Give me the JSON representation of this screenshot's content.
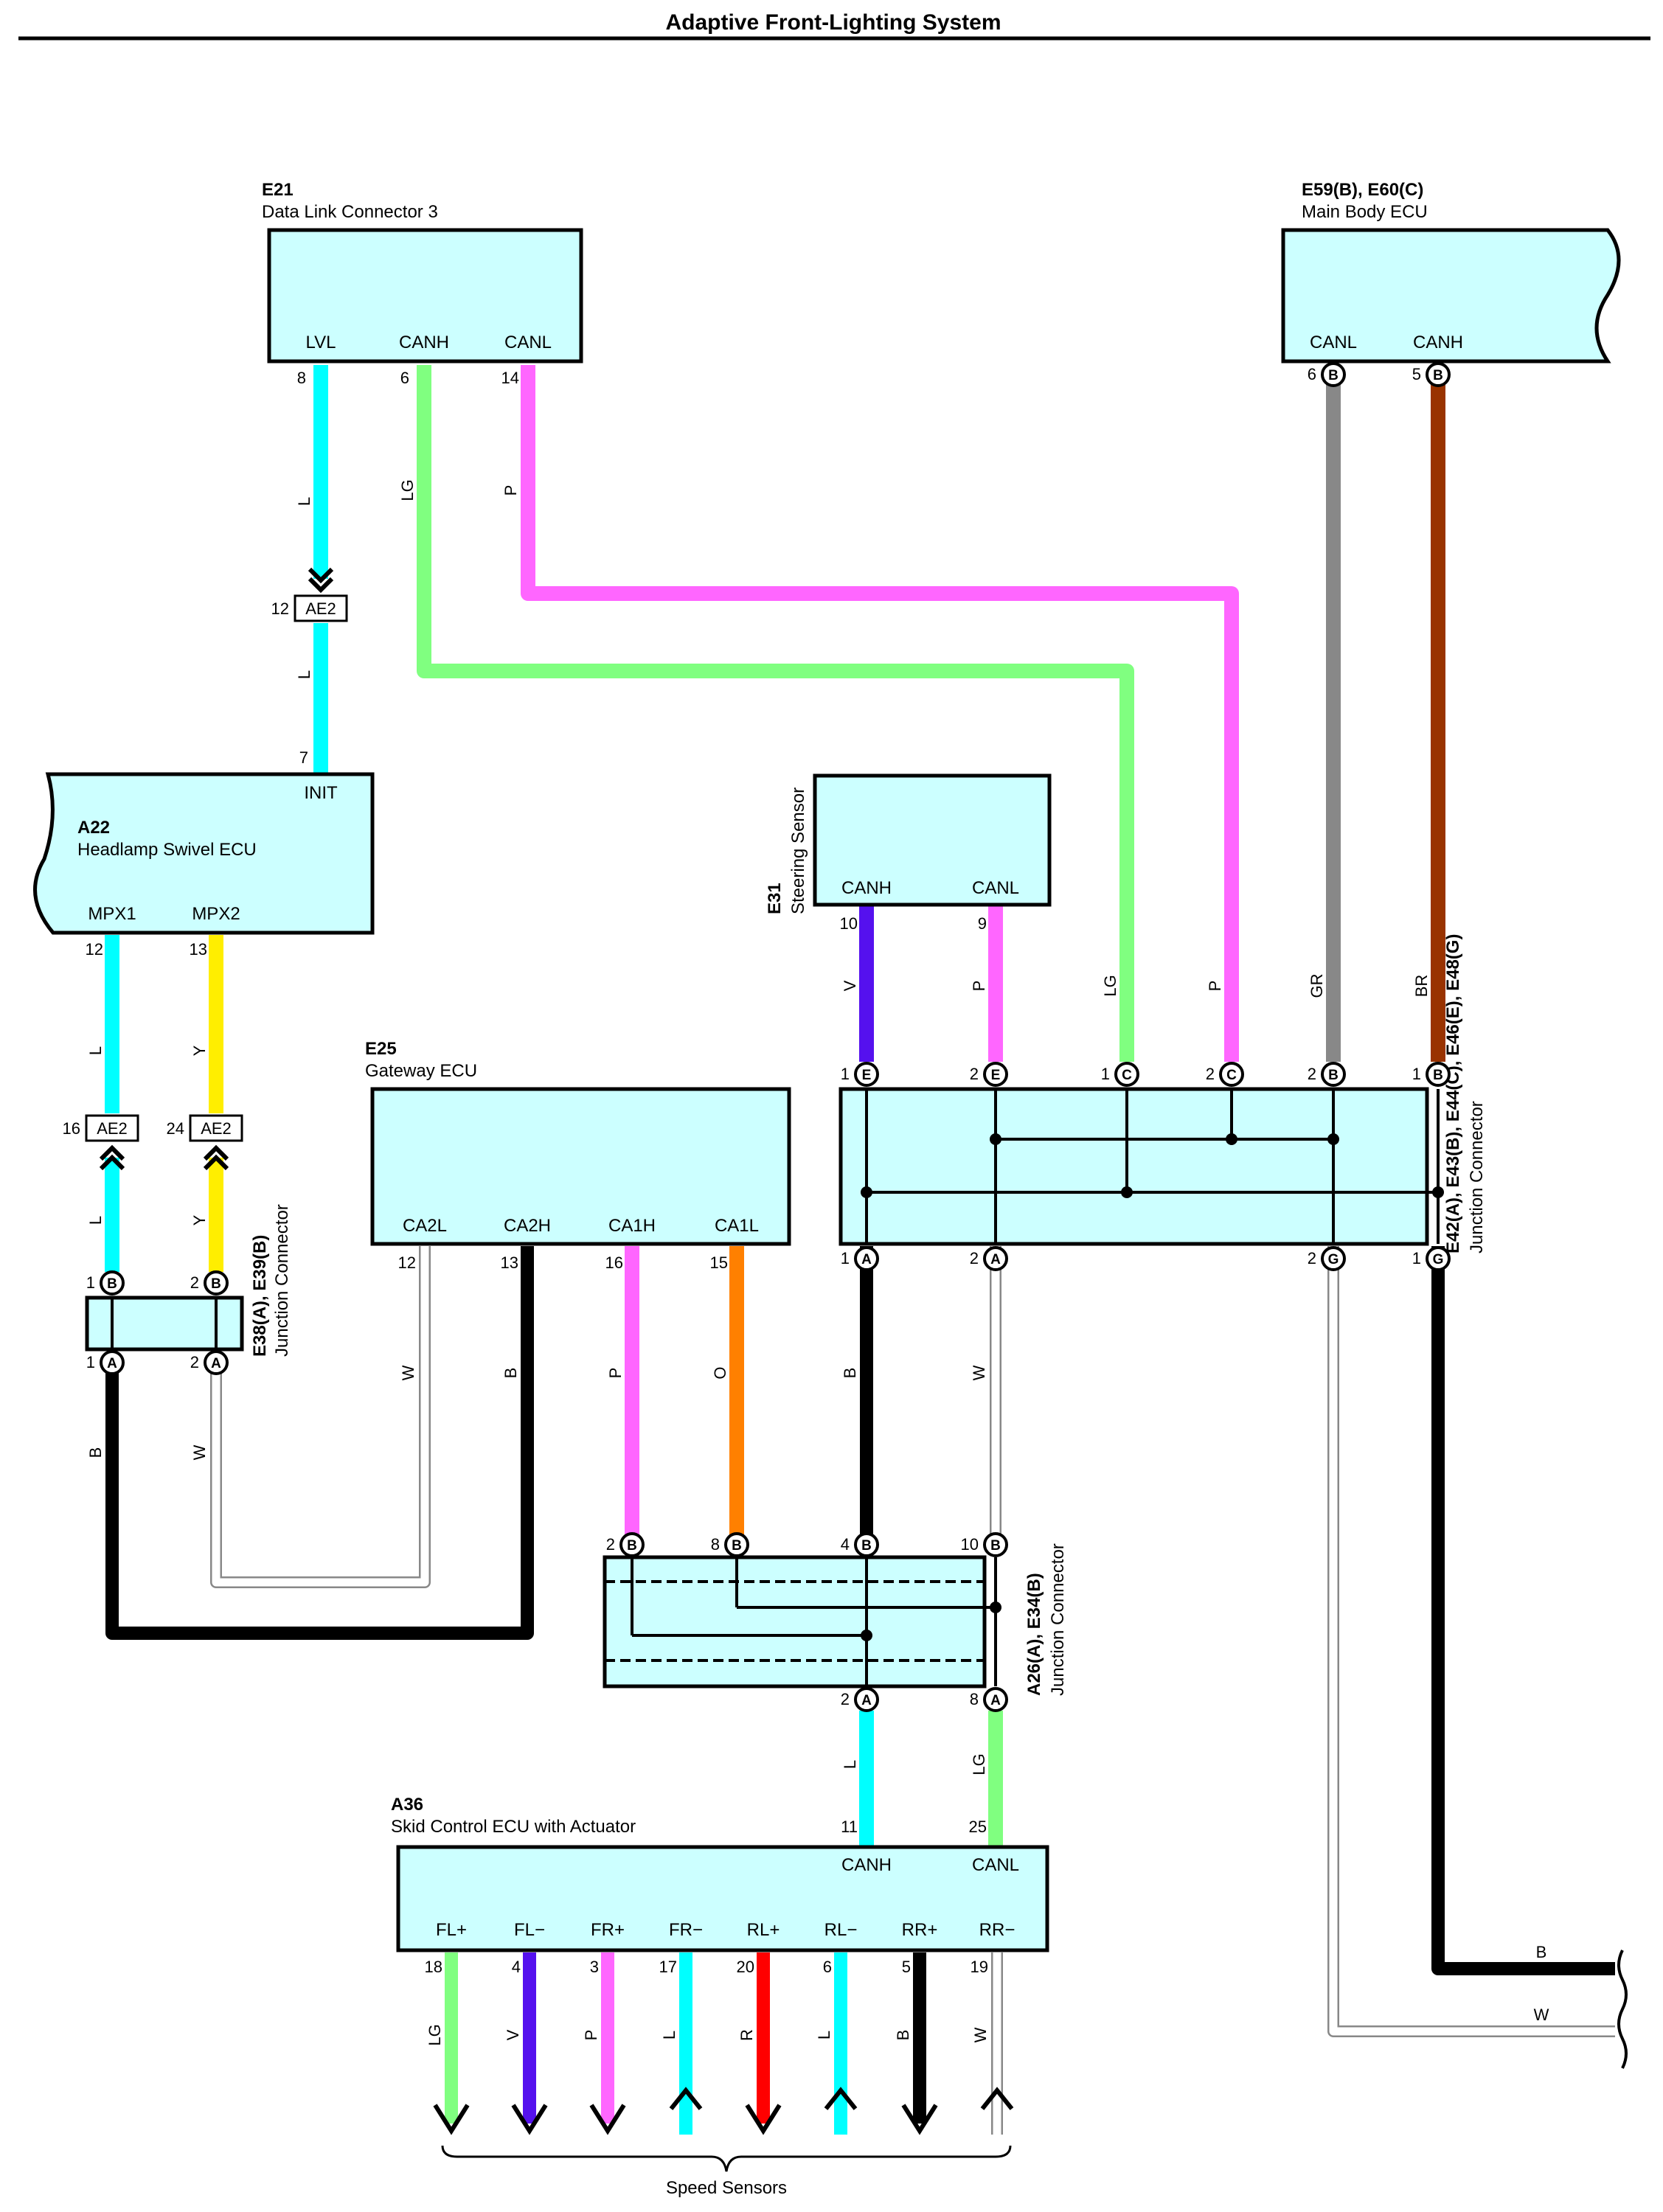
{
  "title": "Adaptive Front-Lighting System",
  "components": {
    "e21": {
      "code": "E21",
      "name": "Data Link Connector 3",
      "pins": [
        "LVL",
        "CANH",
        "CANL"
      ],
      "pin_numbers": [
        "8",
        "6",
        "14"
      ]
    },
    "e59": {
      "code": "E59(B), E60(C)",
      "name": "Main Body ECU",
      "pins": [
        "CANL",
        "CANH"
      ],
      "pin_numbers": [
        "6",
        "5"
      ],
      "terminals": [
        "B",
        "B"
      ]
    },
    "a22": {
      "code": "A22",
      "name": "Headlamp Swivel ECU",
      "pins": [
        "INIT",
        "MPX1",
        "MPX2"
      ],
      "pin_numbers": [
        "7",
        "12",
        "13"
      ]
    },
    "e31": {
      "code": "E31",
      "name": "Steering Sensor",
      "pins": [
        "CANH",
        "CANL"
      ],
      "pin_numbers": [
        "10",
        "9"
      ]
    },
    "e25": {
      "code": "E25",
      "name": "Gateway ECU",
      "pins": [
        "CA2L",
        "CA2H",
        "CA1H",
        "CA1L"
      ],
      "pin_numbers": [
        "12",
        "13",
        "16",
        "15"
      ]
    },
    "e42": {
      "code": "E42(A), E43(B), E44(C), E46(E), E48(G)",
      "name": "Junction Connector",
      "top_numbers": [
        "1",
        "2",
        "1",
        "2",
        "2",
        "1"
      ],
      "top_terminals": [
        "E",
        "E",
        "C",
        "C",
        "B",
        "B"
      ],
      "bottom_numbers": [
        "1",
        "2",
        "2",
        "1"
      ],
      "bottom_terminals": [
        "A",
        "A",
        "G",
        "G"
      ]
    },
    "e38": {
      "code": "E38(A), E39(B)",
      "name": "Junction Connector",
      "top_numbers": [
        "1",
        "2"
      ],
      "top_terminals": [
        "B",
        "B"
      ],
      "bottom_numbers": [
        "1",
        "2"
      ],
      "bottom_terminals": [
        "A",
        "A"
      ]
    },
    "a26": {
      "code": "A26(A), E34(B)",
      "name": "Junction Connector",
      "top_numbers": [
        "2",
        "8",
        "4",
        "10"
      ],
      "top_terminals": [
        "B",
        "B",
        "B",
        "B"
      ],
      "bottom_numbers": [
        "2",
        "8"
      ],
      "bottom_terminals": [
        "A",
        "A"
      ]
    },
    "a36": {
      "code": "A36",
      "name": "Skid Control ECU with Actuator",
      "can_pins": [
        "CANH",
        "CANL"
      ],
      "can_numbers": [
        "11",
        "25"
      ],
      "sensor_pins": [
        "FL+",
        "FL−",
        "FR+",
        "FR−",
        "RL+",
        "RL−",
        "RR+",
        "RR−"
      ],
      "sensor_numbers": [
        "18",
        "4",
        "3",
        "17",
        "20",
        "6",
        "5",
        "19"
      ],
      "sensor_wire_labels": [
        "LG",
        "V",
        "P",
        "L",
        "R",
        "L",
        "B",
        "W"
      ]
    }
  },
  "inline_connectors": [
    {
      "id": "AE2",
      "pin": "12"
    },
    {
      "id": "AE2",
      "pin": "16"
    },
    {
      "id": "AE2",
      "pin": "24"
    }
  ],
  "wire_labels": {
    "e21_lvl_upper": "L",
    "e21_lvl_lower": "L",
    "e21_canh": "LG",
    "e21_canl": "P",
    "mpx1_upper": "L",
    "mpx1_lower": "L",
    "mpx2_upper": "Y",
    "mpx2_lower": "Y",
    "e38_a1": "B",
    "e38_a2": "W",
    "ca2l": "W",
    "ca2h": "B",
    "ca1h": "P",
    "ca1l": "O",
    "e31_canh": "V",
    "e31_canl": "P",
    "jc_c1": "LG",
    "jc_c2": "P",
    "main_canl": "GR",
    "main_canh": "BR",
    "jc_a1": "B",
    "jc_a2": "W",
    "a26_a2": "L",
    "a26_a8": "LG",
    "right_b": "B",
    "right_w": "W"
  },
  "speed_sensors_label": "Speed Sensors",
  "colors": {
    "L": "#00ffff",
    "LG": "#80ff80",
    "P": "#ff66ff",
    "Y": "#ffee00",
    "O": "#ff8000",
    "V": "#5511ee",
    "R": "#ff0000",
    "B": "#000000",
    "W": "#ffffff",
    "GR": "#888888",
    "BR": "#993300",
    "component": "#ccffff"
  }
}
